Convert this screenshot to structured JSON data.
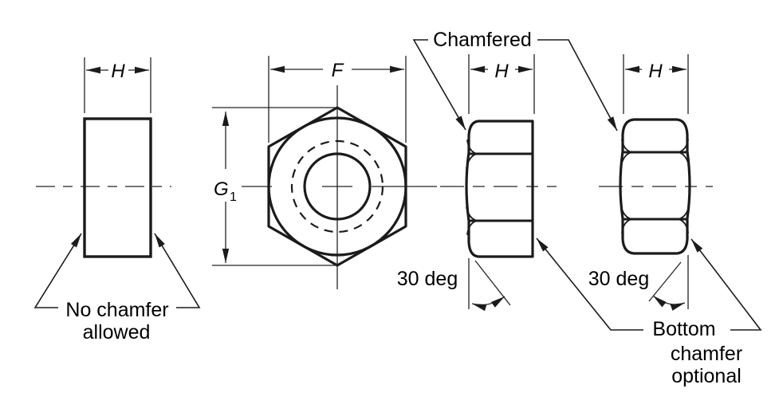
{
  "drawing": {
    "background": "#ffffff",
    "line_color": "#1b1b1b",
    "annotations": {
      "chamfered": "Chamfered",
      "no_chamfer_line1": "No chamfer",
      "no_chamfer_line2": "allowed",
      "bottom_chamfer_line1": "Bottom",
      "bottom_chamfer_line2": "chamfer",
      "bottom_chamfer_line3": "optional",
      "angle_chamfered_view": "30 deg",
      "angle_double_chamfered_view": "30 deg"
    },
    "dimensions": {
      "thickness_plain_view": "H",
      "thickness_chamfered_view": "H",
      "thickness_double_chamfered_view": "H",
      "width_across_flats": "F",
      "width_across_corners": "G",
      "width_across_corners_subscript": "1"
    }
  }
}
